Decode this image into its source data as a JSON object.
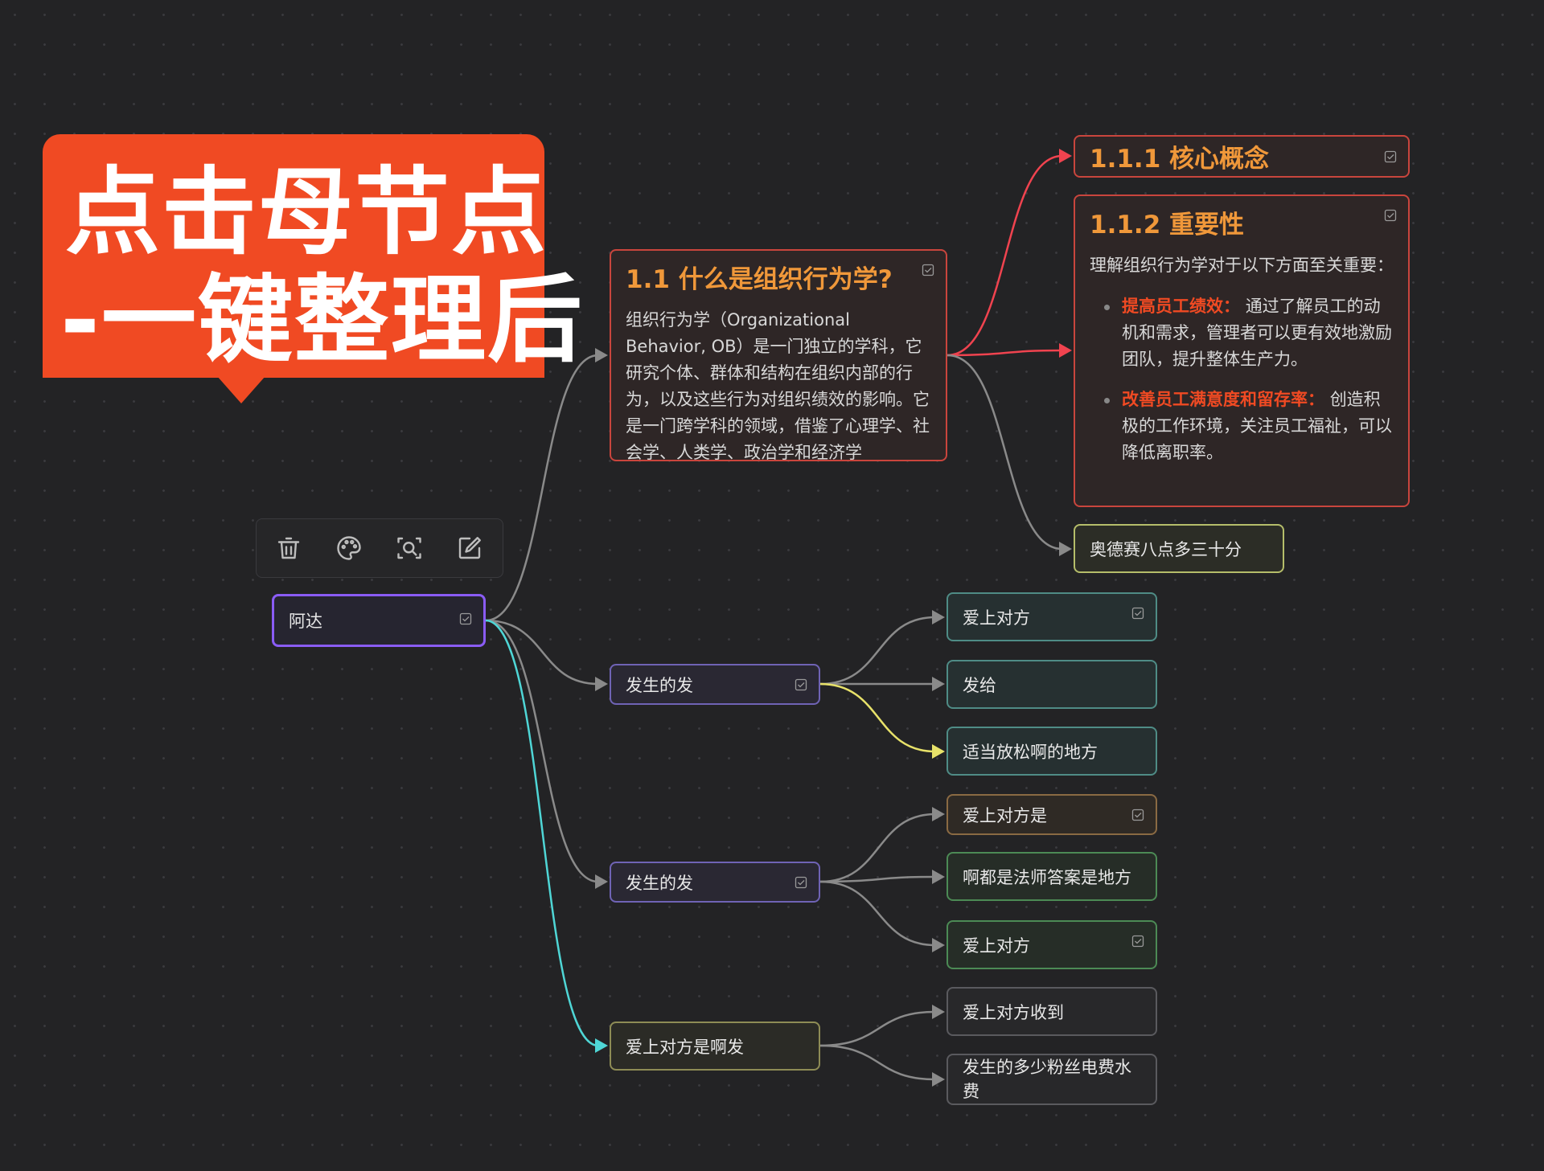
{
  "banner": {
    "line1": "点击母节点",
    "line2": "-一键整理后"
  },
  "toolbar": {
    "items": [
      {
        "icon": "trash-icon"
      },
      {
        "icon": "palette-icon"
      },
      {
        "icon": "zoom-search-icon"
      },
      {
        "icon": "edit-icon"
      }
    ]
  },
  "root": {
    "label": "阿达"
  },
  "section_11": {
    "title": "1.1 什么是组织行为学?",
    "body": "组织行为学（Organizational Behavior, OB）是一门独立的学科，它研究个体、群体和结构在组织内部的行为，以及这些行为对组织绩效的影响。它是一门跨学科的领域，借鉴了心理学、社会学、人类学、政治学和经济学"
  },
  "section_111": {
    "title": "1.1.1 核心概念"
  },
  "section_112": {
    "title": "1.1.2 重要性",
    "intro": "理解组织行为学对于以下方面至关重要：",
    "bullets": [
      {
        "bold": "提高员工绩效：",
        "text": "通过了解员工的动机和需求，管理者可以更有效地激励团队，提升整体生产力。"
      },
      {
        "bold": "改善员工满意度和留存率：",
        "text": "创造积极的工作环境，关注员工福祉，可以降低离职率。"
      }
    ]
  },
  "node_odysai": {
    "label": "奥德赛八点多三十分"
  },
  "branches": [
    {
      "label": "发生的发",
      "children": [
        "爱上对方",
        "发给",
        "适当放松啊的地方"
      ]
    },
    {
      "label": "发生的发",
      "children": [
        "爱上对方是",
        "啊都是法师答案是地方",
        "爱上对方"
      ]
    },
    {
      "label": "爱上对方是啊发",
      "children": [
        "爱上对方收到",
        "发生的多少粉丝电费水费"
      ]
    }
  ],
  "colors": {
    "banner": "#f04a23",
    "root_border": "#8a5cf5",
    "heading_orange": "#f0983a",
    "section_border": "#c9453d",
    "edge_red": "#f0434f",
    "edge_cyan": "#4fd6d6",
    "edge_yellow": "#e8e26a",
    "edge_gray": "#8a8a8a"
  }
}
